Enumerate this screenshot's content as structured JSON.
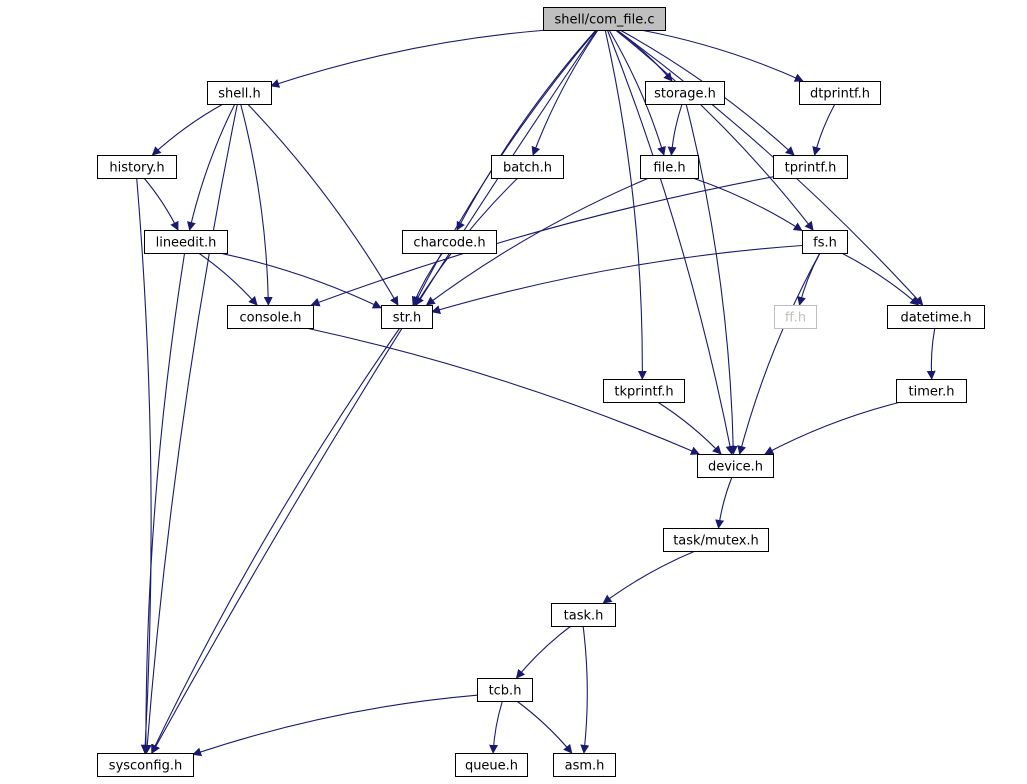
{
  "colors": {
    "edge": "#191970",
    "node_border": "#000000",
    "node_fill": "#ffffff",
    "root_fill": "#bfbfbf",
    "missing_border": "#bfbfbf",
    "missing_text": "#bfbfbf",
    "text": "#000000"
  },
  "nodes": {
    "root": "shell/com_file.c",
    "shell": "shell.h",
    "storage": "storage.h",
    "dtprintf": "dtprintf.h",
    "history": "history.h",
    "batch": "batch.h",
    "file": "file.h",
    "tprintf": "tprintf.h",
    "lineedit": "lineedit.h",
    "charcode": "charcode.h",
    "fs": "fs.h",
    "console": "console.h",
    "str": "str.h",
    "ff": "ff.h",
    "datetime": "datetime.h",
    "tkprintf": "tkprintf.h",
    "timer": "timer.h",
    "device": "device.h",
    "mutex": "task/mutex.h",
    "task": "task.h",
    "tcb": "tcb.h",
    "sysconfig": "sysconfig.h",
    "queue": "queue.h",
    "asm": "asm.h"
  },
  "edges": [
    [
      "root",
      "shell"
    ],
    [
      "root",
      "storage"
    ],
    [
      "root",
      "dtprintf"
    ],
    [
      "root",
      "file"
    ],
    [
      "root",
      "tprintf"
    ],
    [
      "root",
      "batch"
    ],
    [
      "root",
      "charcode"
    ],
    [
      "root",
      "str"
    ],
    [
      "root",
      "fs"
    ],
    [
      "root",
      "datetime"
    ],
    [
      "root",
      "tkprintf"
    ],
    [
      "root",
      "device"
    ],
    [
      "root",
      "sysconfig"
    ],
    [
      "shell",
      "history"
    ],
    [
      "shell",
      "lineedit"
    ],
    [
      "shell",
      "console"
    ],
    [
      "shell",
      "str"
    ],
    [
      "shell",
      "sysconfig"
    ],
    [
      "history",
      "lineedit"
    ],
    [
      "history",
      "sysconfig"
    ],
    [
      "lineedit",
      "console"
    ],
    [
      "lineedit",
      "str"
    ],
    [
      "lineedit",
      "sysconfig"
    ],
    [
      "storage",
      "file"
    ],
    [
      "storage",
      "device"
    ],
    [
      "dtprintf",
      "tprintf"
    ],
    [
      "tprintf",
      "console"
    ],
    [
      "batch",
      "str"
    ],
    [
      "charcode",
      "str"
    ],
    [
      "file",
      "fs"
    ],
    [
      "file",
      "str"
    ],
    [
      "fs",
      "str"
    ],
    [
      "fs",
      "ff"
    ],
    [
      "fs",
      "datetime"
    ],
    [
      "fs",
      "device"
    ],
    [
      "datetime",
      "timer"
    ],
    [
      "timer",
      "device"
    ],
    [
      "console",
      "device"
    ],
    [
      "tkprintf",
      "device"
    ],
    [
      "str",
      "sysconfig"
    ],
    [
      "device",
      "mutex"
    ],
    [
      "mutex",
      "task"
    ],
    [
      "task",
      "tcb"
    ],
    [
      "task",
      "asm"
    ],
    [
      "tcb",
      "sysconfig"
    ],
    [
      "tcb",
      "queue"
    ],
    [
      "tcb",
      "asm"
    ]
  ]
}
